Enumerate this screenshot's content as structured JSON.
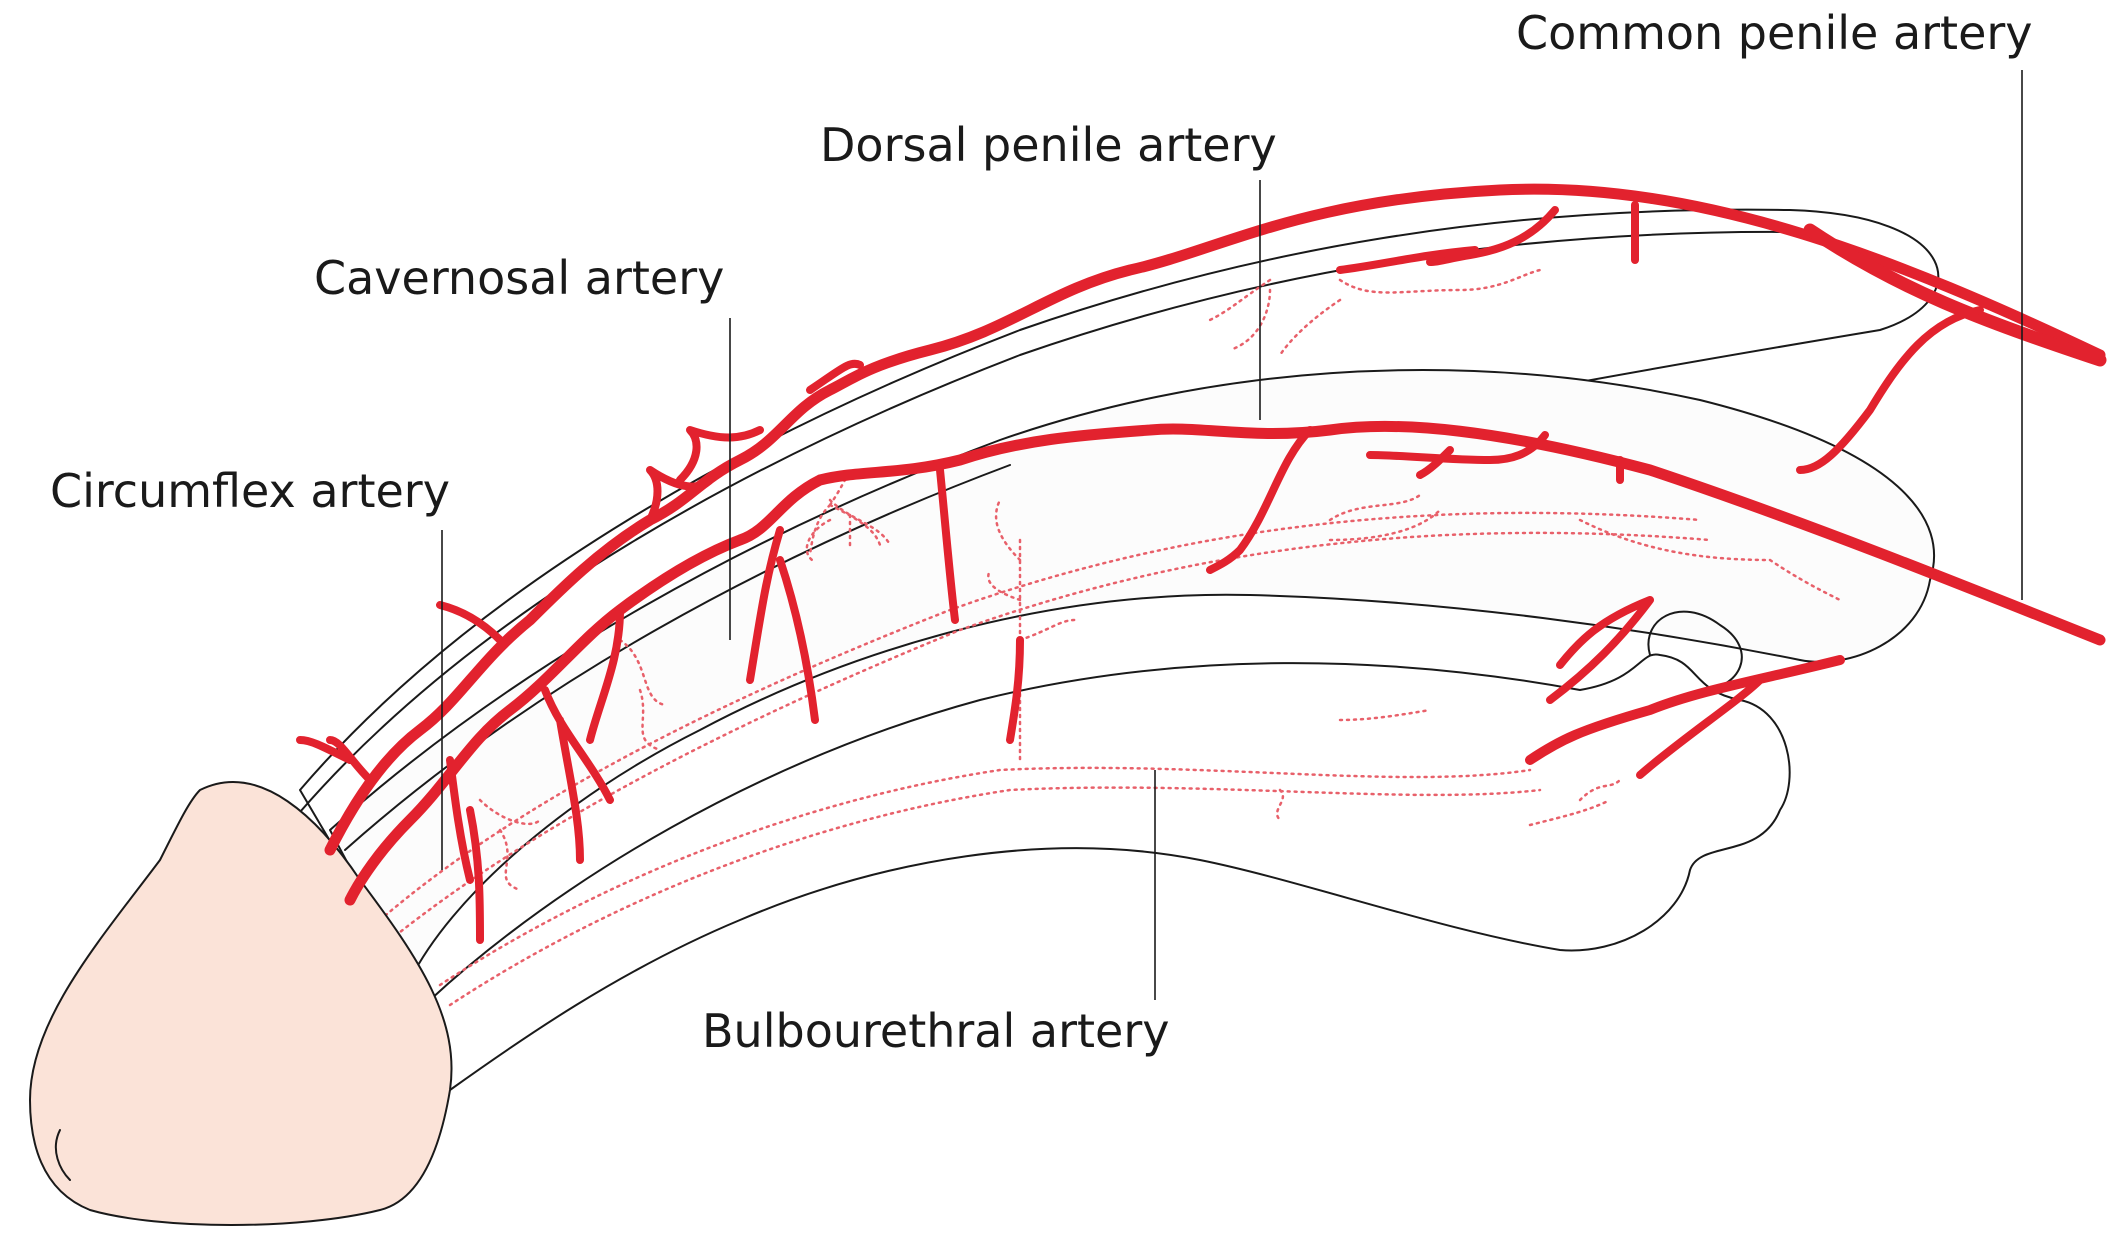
{
  "labels": {
    "common_penile_artery": "Common penile artery",
    "dorsal_penile_artery": "Dorsal penile artery",
    "cavernosal_artery": "Cavernosal artery",
    "circumflex_artery": "Circumflex artery",
    "bulbourethral_artery": "Bulbourethral artery"
  },
  "colors": {
    "artery": "#e2222e",
    "dotted_vessel": "#e8606a",
    "glans": "#fbe3d8",
    "outline": "#1a1a1a",
    "body_fill": "#ffffff",
    "shaft_fill": "#fcfcfc"
  }
}
